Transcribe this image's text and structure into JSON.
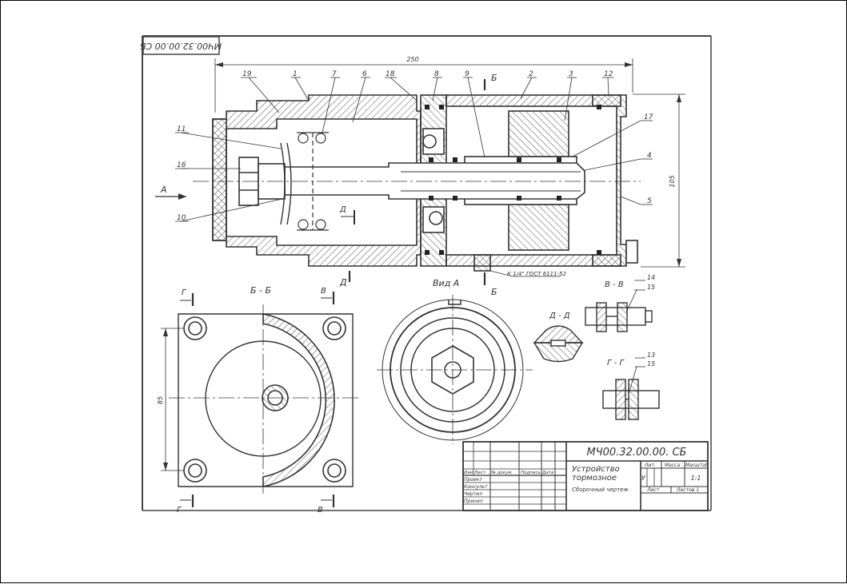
{
  "drawing": {
    "designation_stamp": "МЧ00.32.00.00 СБ",
    "part_labels": [
      "19",
      "1",
      "7",
      "6",
      "18",
      "8",
      "9",
      "2",
      "3",
      "12",
      "17",
      "4",
      "5",
      "11",
      "16",
      "10"
    ],
    "dimensions": {
      "overall_length": "250",
      "height": "105",
      "side_size": "85"
    },
    "view_labels": {
      "arrow_a": "А",
      "section_bb": "Б - Б",
      "view_a": "Вид  А",
      "section_vv": "В - В",
      "section_dd": "Д - Д",
      "section_gg": "Г - Г",
      "cut_b": "Б",
      "cut_d": "Д",
      "cut_g": "Г",
      "cut_v": "В"
    },
    "thread_note": "К 1/4\" ГОСТ 6111-52",
    "detail_labels": {
      "vv_top": "14",
      "vv_bottom": "15",
      "gg_top": "13",
      "gg_bottom": "15"
    }
  },
  "title_block": {
    "designation": "МЧ00.32.00.00. СБ",
    "name_line1": "Устройство",
    "name_line2": "тормозное",
    "doc_type": "Сборочный чертеж",
    "columns": [
      "Изм",
      "Лист",
      "№ докум.",
      "Подпись",
      "Дата"
    ],
    "roles": [
      "Проект",
      "Консульт",
      "Чертил",
      "Принял"
    ],
    "lit_label": "Лит.",
    "mass_label": "Масса",
    "scale_label": "Масштаб",
    "lit_value": "У",
    "scale_value": "1:1",
    "sheet_label": "Лист",
    "sheets_label": "Листов 1"
  }
}
